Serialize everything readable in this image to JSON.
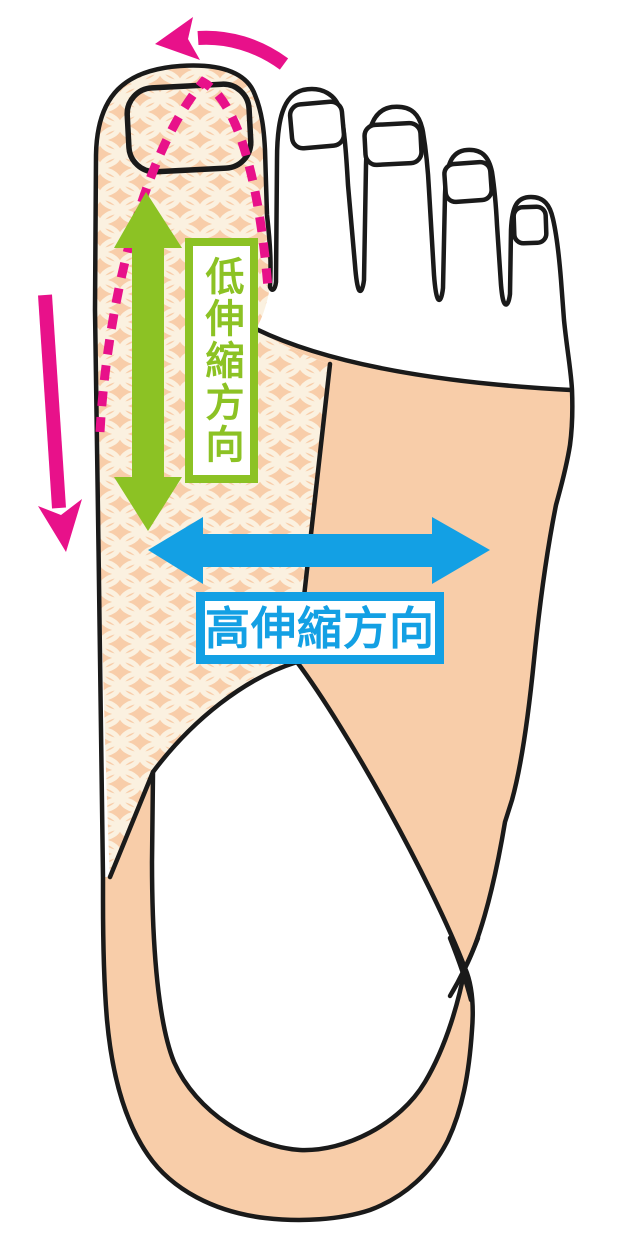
{
  "diagram": {
    "type": "foot-supporter-stretch-direction-diagram",
    "labels": {
      "low_stretch": "低伸縮方向",
      "high_stretch": "高伸縮方向"
    },
    "icons": [
      "double-arrow-vertical-icon",
      "double-arrow-horizontal-icon",
      "curved-arrow-left-icon",
      "straight-arrow-down-icon",
      "dashed-correction-line"
    ]
  },
  "colors": {
    "green": "#8CC224",
    "blue": "#13A0E4",
    "pink": "#E8118A",
    "skin": "#F8CDA9",
    "meshline": "#FBF1E0",
    "outline": "#1A1A1A",
    "white": "#FFFFFF"
  }
}
